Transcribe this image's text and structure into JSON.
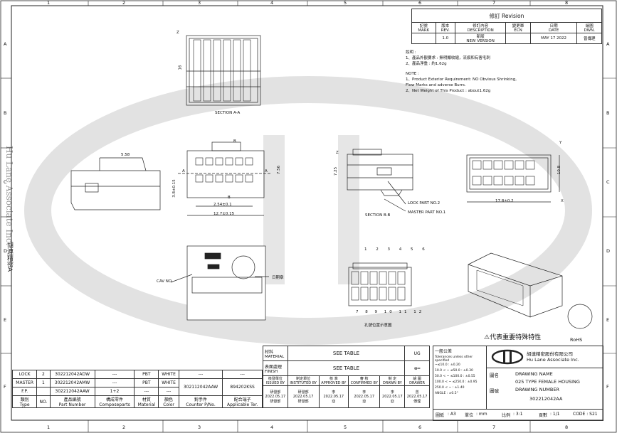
{
  "grid": {
    "cols": [
      "1",
      "2",
      "3",
      "4",
      "5",
      "6",
      "7",
      "8"
    ],
    "rows": [
      "A",
      "B",
      "C",
      "D",
      "E",
      "F"
    ]
  },
  "revision": {
    "title": "修訂 Revision",
    "headers": [
      {
        "zh": "記號",
        "en": "MARK"
      },
      {
        "zh": "版本",
        "en": "REV."
      },
      {
        "zh": "修訂內容",
        "en": "DESCRIPTION"
      },
      {
        "zh": "變更單",
        "en": "ECN"
      },
      {
        "zh": "日期",
        "en": "DATE"
      },
      {
        "zh": "繪圖",
        "en": "DWN."
      }
    ],
    "row": {
      "mark": "",
      "rev": "1.0",
      "desc_zh": "新版",
      "desc_en": "NEW VERSION",
      "ecn": "",
      "date": "MAY 17 2022",
      "dwn": "曾傳理"
    }
  },
  "notes": {
    "zh_title": "說明 :",
    "zh_lines": [
      "1、產品外觀要求 : 無明顯收縮，流痕和有害毛刺",
      "2、產品淨重 : 約1.62g"
    ],
    "en_title": "NOTE :",
    "en_lines": [
      "1、Product Exterior Requirement: NO Obvious Shrinking,",
      "Flow Marks and adverse Burrs.",
      "2、Net Weight of This Product : about1.62g"
    ]
  },
  "drawing": {
    "section_aa": "SECTION A-A",
    "section_bb": "SECTION B-B",
    "dim_16": "16",
    "dim_558": "5.58",
    "dim_254": "2.54±0.1",
    "dim_127": "12.7±0.15",
    "dim_756": "7.56",
    "dim_38": "3.8±0.15",
    "dim_725": "7.25",
    "dim_178": "17.8±0.2",
    "dim_108": "10.8",
    "lock2": "LOCK PART NO.2",
    "master1": "MASTER PART NO.1",
    "cav_no": "CAV NO.",
    "date_code": "日期章",
    "hole_caption": "孔號位置示意圖",
    "top_nums": [
      "1",
      "2",
      "3",
      "4",
      "5",
      "6"
    ],
    "bottom_nums": [
      "7",
      "8",
      "9",
      "10",
      "11",
      "12"
    ],
    "label_a": "A",
    "label_b": "B",
    "mark_z": "Z",
    "mark_y": "Y",
    "mark_x": "X",
    "special": "⚠代表重要特殊特性",
    "rohs": "RoHS"
  },
  "watermark": {
    "company": "Hu Lane Associate Inc.",
    "zh": "胡連精密A"
  },
  "materials": {
    "material_zh": "材料",
    "material_en": "MATERIAL",
    "material_val": "SEE TABLE",
    "finish_zh": "表面處理",
    "finish_en": "FINISH",
    "finish_val": "SEE TABLE",
    "ug": "UG"
  },
  "bom": {
    "rows": [
      {
        "type": "LOCK",
        "no": "2",
        "part": "302212042ADW",
        "compose": "---",
        "mat": "PBT",
        "color": "WHITE",
        "counter": "---",
        "term": "---"
      },
      {
        "type": "MASTER",
        "no": "1",
        "part": "302212042AMW",
        "compose": "---",
        "mat": "PBT",
        "color": "WHITE",
        "counter": "302112042AAW",
        "term": "894202KSS"
      },
      {
        "type": "F.P.",
        "no": "",
        "part": "302212042AAW",
        "compose": "1+2",
        "mat": "---",
        "color": "---",
        "counter": "",
        "term": ""
      }
    ],
    "headers": [
      {
        "zh": "類別",
        "en": "Type"
      },
      {
        "zh": "NO.",
        "en": ""
      },
      {
        "zh": "產品編號",
        "en": "Part Number"
      },
      {
        "zh": "構成零件",
        "en": "Composeparts"
      },
      {
        "zh": "材質",
        "en": "Material"
      },
      {
        "zh": "顏色",
        "en": "Color"
      },
      {
        "zh": "對手件",
        "en": "Counter P/No."
      },
      {
        "zh": "配合端子",
        "en": "Applicable Ter."
      }
    ]
  },
  "approvals": {
    "headers": [
      {
        "zh": "核發單位",
        "en": "ISSUED BY"
      },
      {
        "zh": "制定單位",
        "en": "INSTITUTED BY"
      },
      {
        "zh": "核 准",
        "en": "APPROVED BY"
      },
      {
        "zh": "審 核",
        "en": "CONFIRMED BY"
      },
      {
        "zh": "制 定",
        "en": "DRAWN BY"
      },
      {
        "zh": "繪 圖",
        "en": "DRAWER"
      }
    ],
    "stamps": [
      "研發部",
      "研發部",
      "李",
      "李",
      "李",
      "曾"
    ],
    "stamp_dates": [
      "2022.05.17",
      "2022.05.17",
      "2022.05.17",
      "2022.05.17",
      "2022.05.17",
      "2022.05.17"
    ],
    "stamp_sub": [
      "研發部",
      "研發部",
      "亞",
      "亞",
      "亞",
      "傳理"
    ]
  },
  "tolerance": {
    "title": "一般公差",
    "note": "Tolerances unless other specified",
    "lines": [
      "~≤10.0 : ±0.20",
      "10.0 < ~ ≤50.0 : ±0.30",
      "50.0 < ~ ≤100.0 : ±0.55",
      "100.0 < ~ ≤250.0 : ±0.95",
      "250.0 < ~ : ±1.40",
      "ANGLE : ±0.5°"
    ]
  },
  "company": {
    "zh": "胡連精密股份有限公司",
    "en": "Hu Lane Associate Inc.",
    "name_label_zh": "圖名",
    "name_label_en": "DRAWING NAME",
    "name_val": "025 TYPE FEMALE HOUSING",
    "num_label_zh": "圖號",
    "num_label_en": "DRAWING NUMBER",
    "num_val": "302212042AA"
  },
  "footer": {
    "sheet_label": "圖紙",
    "sheet_val": ": A3",
    "unit_label": "單位",
    "unit_val": ": mm",
    "scale_label": "比例",
    "scale_val": ": 3:1",
    "page_label": "頁數",
    "page_val": ": 1/1",
    "code": "CODE : S21"
  }
}
